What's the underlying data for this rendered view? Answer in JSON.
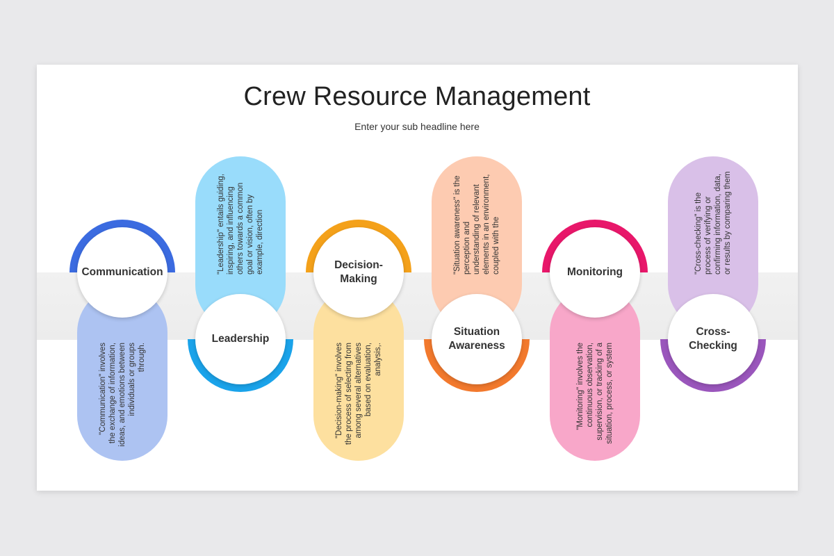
{
  "slide": {
    "title": "Crew Resource Management",
    "subtitle": "Enter your sub headline here"
  },
  "steps": [
    {
      "label": "Communication",
      "text": "\"Communication\" involves the exchange of information, ideas, and emotions between individuals or groups through.",
      "ring_color": "#3b6be0",
      "pill_color": "#adc3f2"
    },
    {
      "label": "Leadership",
      "text": "\"Leadership\" entails guiding, inspiring, and influencing others towards a common goal or vision, often by example, direction",
      "ring_color": "#1aa3ea",
      "pill_color": "#99dcfb"
    },
    {
      "label": "Decision-\nMaking",
      "text": "\"Decision-making\" involves the process of selecting from among several alternatives based on evaluation, analysis,.",
      "ring_color": "#f4a11a",
      "pill_color": "#fde09f"
    },
    {
      "label": "Situation\nAwareness",
      "text": "\"Situation awareness\" is the perception and understanding of relevant elements in an environment, coupled with the",
      "ring_color": "#f2792d",
      "pill_color": "#fdcbb1"
    },
    {
      "label": "Monitoring",
      "text": "\"Monitoring\" involves the continuous observation, supervision, or tracking of a situation, process, or system",
      "ring_color": "#e8176a",
      "pill_color": "#f8a7c9"
    },
    {
      "label": "Cross-\nChecking",
      "text": "\"Cross-checking\" is the process of verifying or confirming information, data, or results by comparing them",
      "ring_color": "#9a56bc",
      "pill_color": "#d9c0e8"
    }
  ]
}
